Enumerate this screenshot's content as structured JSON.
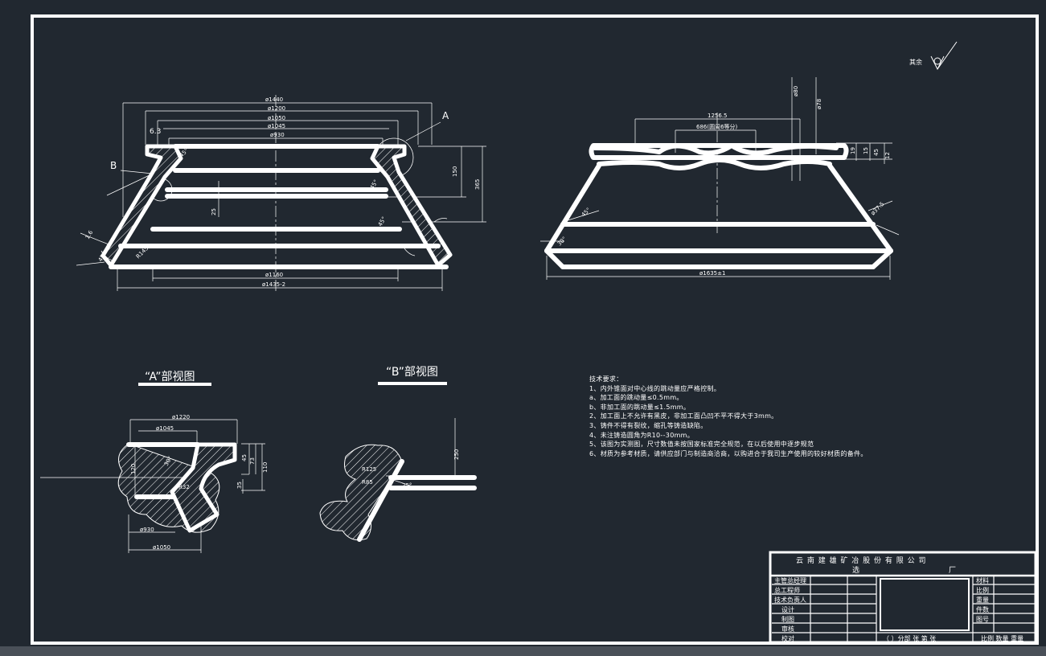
{
  "roughness": {
    "label": "其余"
  },
  "left_view": {
    "dims": {
      "d1440": "ø1440",
      "d1200": "ø1200",
      "d1050": "ø1050",
      "d1045": "ø1045",
      "d930": "ø930",
      "d1160": "ø1160",
      "d1435": "ø1435-2",
      "h150": "150",
      "h365": "365",
      "h25": "25",
      "r63": "6.3",
      "c1": "45°",
      "c2": "45°",
      "c3": "45°",
      "c4": "45°",
      "s1": "R145",
      "s2": "1.6"
    },
    "callout_a": "A",
    "callout_b": "B"
  },
  "right_view": {
    "dims": {
      "d1256": "1256.5",
      "d1686": "686(圆周6等分)",
      "d1635": "ø1635±1",
      "v80": "ø80",
      "v78": "ø78",
      "v19": "19",
      "v15": "15",
      "v45": "45",
      "v12": "12",
      "r1": "ø37.5",
      "a1": "45°",
      "a2": "30°"
    }
  },
  "detail_a": {
    "title": "“A”部视图",
    "dims": {
      "d1220": "ø1220",
      "d1045": "ø1045",
      "d930": "ø930",
      "d1050": "ø1050",
      "h120": "120",
      "h45": "45",
      "h73": "73",
      "h110": "110",
      "h35": "35",
      "a30": "30°",
      "r32": "R32"
    }
  },
  "detail_b": {
    "title": "“B”部视图",
    "dims": {
      "h250": "250",
      "r1": "R125",
      "r2": "R85",
      "a1": "25°"
    }
  },
  "notes": {
    "heading": "技术要求：",
    "lines": [
      "1、内外锥面对中心线的跳动量应严格控制。",
      "a、加工面的跳动量≤0.5mm。",
      "b、非加工面的跳动量≤1.5mm。",
      "2、加工面上不允许有黑皮，非加工面凸凹不平不得大于3mm。",
      "3、铸件不得有裂纹，缩孔等铸造缺陷。",
      "4、未注铸造圆角为R10--30mm。",
      "5、该图为实测图，尺寸数值未按国家标准完全规范，在以后使用中逐步规范",
      "6、材质为参考材质，请供应部门与制造商洽商，以购进合于我司生产使用的较好材质的备件。"
    ]
  },
  "title_block": {
    "company": "云 南 建 雄 矿 冶 股 份 有 限 公 司",
    "plant_left": "选",
    "plant_right": "厂",
    "left_rows": [
      "主管总经理",
      "总工程师",
      "技术负责人",
      "设计",
      "制图",
      "审核",
      "校对"
    ],
    "right_rows": [
      "材料",
      "比例",
      "重量",
      "件数",
      "图号"
    ],
    "bottom_text": "（ ）分部 张 第 张",
    "bottom_right": "比例 数量 重量"
  }
}
